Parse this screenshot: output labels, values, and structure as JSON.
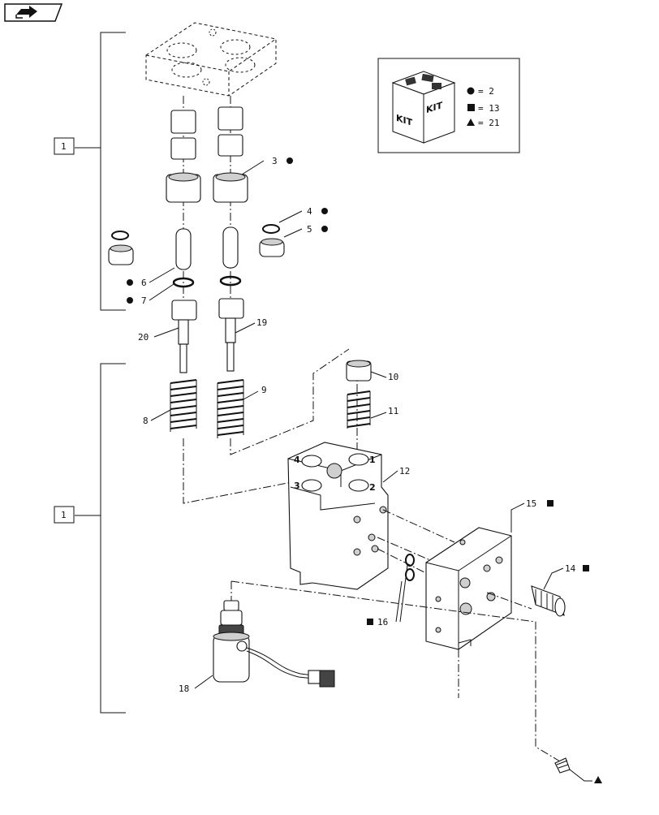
{
  "nav_icon": "next-page-arrow-icon",
  "kit_box": {
    "badge_text_1": "KIT",
    "badge_text_2": "KIT",
    "legend": [
      {
        "symbol": "circle",
        "text": "= 2"
      },
      {
        "symbol": "square",
        "text": "= 13"
      },
      {
        "symbol": "triangle",
        "text": "= 21"
      }
    ]
  },
  "groups": [
    {
      "label": "1"
    },
    {
      "label": "1"
    }
  ],
  "callouts": [
    {
      "id": "3",
      "text": "3",
      "kit": "circle"
    },
    {
      "id": "4",
      "text": "4",
      "kit": "circle"
    },
    {
      "id": "5",
      "text": "5",
      "kit": "circle"
    },
    {
      "id": "6",
      "text": "6",
      "kit": "circle"
    },
    {
      "id": "7",
      "text": "7",
      "kit": "circle"
    },
    {
      "id": "8",
      "text": "8"
    },
    {
      "id": "9",
      "text": "9"
    },
    {
      "id": "10",
      "text": "10"
    },
    {
      "id": "11",
      "text": "11"
    },
    {
      "id": "12",
      "text": "12"
    },
    {
      "id": "14",
      "text": "14",
      "kit": "square"
    },
    {
      "id": "15",
      "text": "15",
      "kit": "square"
    },
    {
      "id": "16",
      "text": "16",
      "kit": "square"
    },
    {
      "id": "18",
      "text": "18"
    },
    {
      "id": "19",
      "text": "19"
    },
    {
      "id": "20",
      "text": "20"
    },
    {
      "id": "triangle-plug",
      "text": "",
      "kit": "triangle"
    }
  ],
  "port_labels": [
    "1",
    "2",
    "3",
    "4"
  ]
}
